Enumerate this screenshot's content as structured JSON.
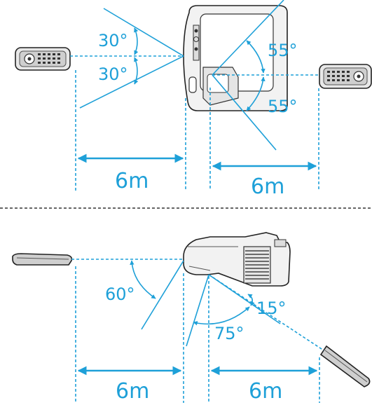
{
  "top_view": {
    "left_angles": {
      "upper": "30°",
      "lower": "30°"
    },
    "right_angles": {
      "upper": "55°",
      "lower": "55°"
    },
    "distances": {
      "left": "6m",
      "right": "6m"
    }
  },
  "side_view": {
    "angles": {
      "front": "60°",
      "rear_small": "15°",
      "rear_large": "75°"
    },
    "distances": {
      "left": "6m",
      "right": "6m"
    }
  },
  "colors": {
    "accent": "#1ea0d8",
    "outline": "#222222",
    "divider": "#333333"
  }
}
